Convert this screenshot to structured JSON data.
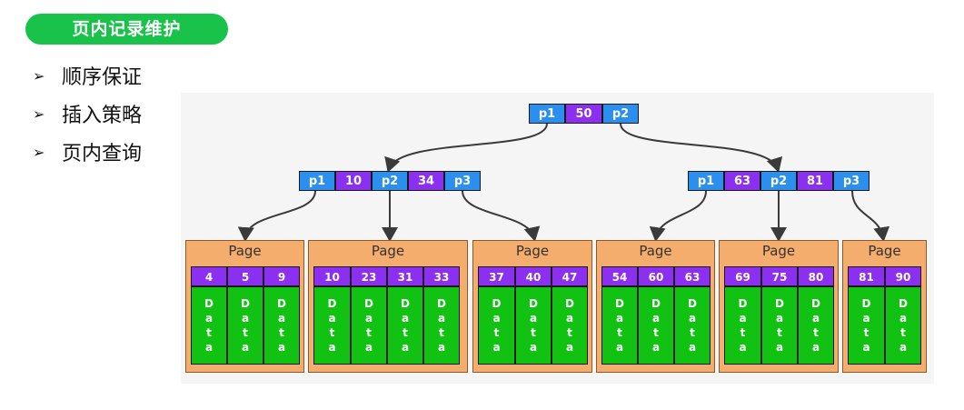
{
  "title": "页内记录维护",
  "bullets": [
    {
      "label": "顺序保证"
    },
    {
      "label": "插入策略"
    },
    {
      "label": "页内查询"
    }
  ],
  "tree": {
    "root": [
      "p1",
      "50",
      "p2"
    ],
    "left_node": [
      "p1",
      "10",
      "p2",
      "34",
      "p3"
    ],
    "right_node": [
      "p1",
      "63",
      "p2",
      "81",
      "p3"
    ],
    "page_label": "Page",
    "data_letters": [
      "D",
      "a",
      "t",
      "a"
    ],
    "pages": [
      {
        "keys": [
          "4",
          "5",
          "9"
        ]
      },
      {
        "keys": [
          "10",
          "23",
          "31",
          "33"
        ]
      },
      {
        "keys": [
          "37",
          "40",
          "47"
        ]
      },
      {
        "keys": [
          "54",
          "60",
          "63"
        ]
      },
      {
        "keys": [
          "69",
          "75",
          "80"
        ]
      },
      {
        "keys": [
          "81",
          "90"
        ]
      }
    ]
  },
  "colors": {
    "title_bg": "#19c34a",
    "pointer_cell": "#2b8ff0",
    "key_cell": "#8b2ff0",
    "page_bg": "#f4ad6c",
    "data_bg": "#12c212"
  }
}
